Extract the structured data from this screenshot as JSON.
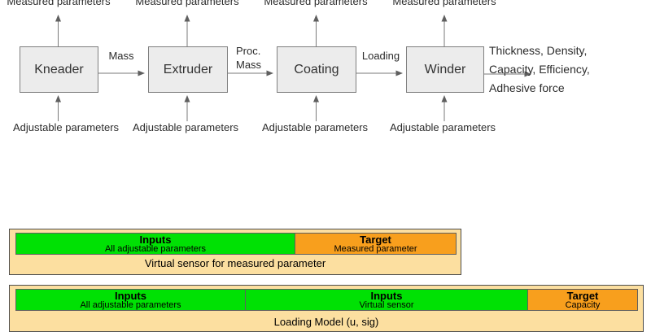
{
  "flow": {
    "measured_label": "Measured parameters",
    "adjustable_label": "Adjustable parameters",
    "stages": [
      {
        "name": "Kneader"
      },
      {
        "name": "Extruder"
      },
      {
        "name": "Coating"
      },
      {
        "name": "Winder"
      }
    ],
    "edge_labels": {
      "kneader_extruder": "Mass",
      "extruder_coating_line1": "Proc.",
      "extruder_coating_line2": "Mass",
      "coating_winder": "Loading"
    },
    "winder_outputs": {
      "line1": "Thickness, Density,",
      "line2": "Capacity, Efficiency,",
      "line3": "Adhesive force"
    }
  },
  "models": [
    {
      "caption": "Virtual sensor for measured parameter",
      "cells": [
        {
          "title": "Inputs",
          "subtitle": "All adjustable parameters"
        },
        {
          "title": "Target",
          "subtitle": "Measured parameter"
        }
      ]
    },
    {
      "caption": "Loading Model (u, sig)",
      "cells": [
        {
          "title": "Inputs",
          "subtitle": "All adjustable parameters"
        },
        {
          "title": "Inputs",
          "subtitle": "Virtual sensor"
        },
        {
          "title": "Target",
          "subtitle": "Capacity"
        }
      ]
    }
  ],
  "colors": {
    "input_green": "#00e104",
    "target_orange": "#f89f1d",
    "model_tan": "#fcdfa0",
    "stage_fill": "#ececec",
    "stage_border": "#7f7f7f",
    "arrow_gray": "#6e6e6e"
  }
}
